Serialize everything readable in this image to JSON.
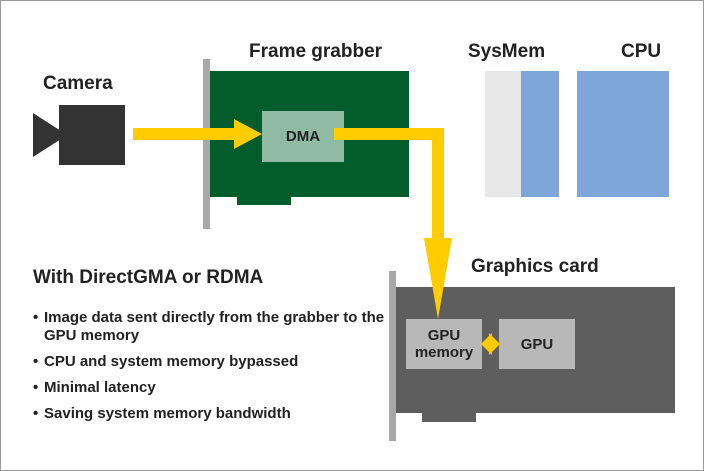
{
  "labels": {
    "camera": "Camera",
    "frame_grabber": "Frame grabber",
    "dma": "DMA",
    "sysmem": "SysMem",
    "cpu": "CPU",
    "graphics_card": "Graphics card",
    "gpu_memory": "GPU memory",
    "gpu": "GPU"
  },
  "info": {
    "heading": "With DirectGMA or RDMA",
    "bullets": [
      "Image data sent directly from the  grabber to the GPU memory",
      "CPU and system memory bypassed",
      "Minimal latency",
      "Saving system memory bandwidth"
    ]
  },
  "colors": {
    "frame_grabber_board": "#025c2c",
    "dma_block": "#8fbaa3",
    "sysmem_light": "#e8e8e8",
    "sysmem_blue": "#7ea6d8",
    "cpu_block": "#7ea6d8",
    "graphics_board": "#5e5e5e",
    "gpu_blocks": "#b8b8b8",
    "arrows": "#ffcc00",
    "camera_body": "#333333"
  },
  "icons": {
    "camera": "video-camera-icon"
  }
}
